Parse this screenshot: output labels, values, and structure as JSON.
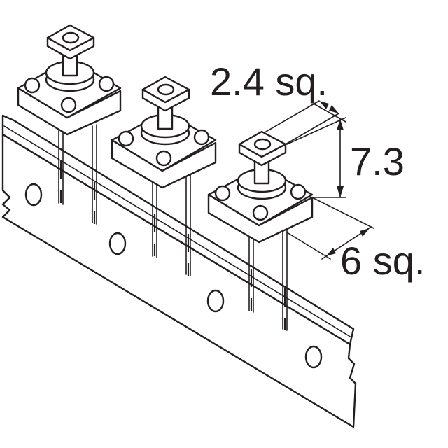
{
  "figure": {
    "dimensions": [
      {
        "id": "plunger-width",
        "label": "2.4 sq."
      },
      {
        "id": "height",
        "label": "7.3"
      },
      {
        "id": "body-width",
        "label": "6 sq."
      }
    ]
  }
}
